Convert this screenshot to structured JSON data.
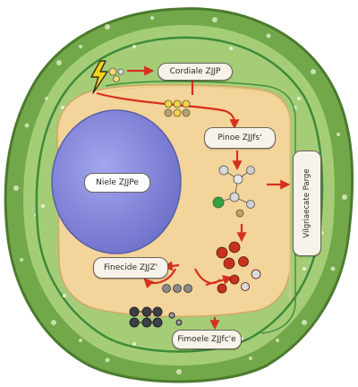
{
  "labels": {
    "top": "Cordiale ZJJP",
    "middle_right": "Pinoe ZJJfs'",
    "nucleus": "Niele ZJJPe",
    "vertical": "Vilgriaecate Parge",
    "bottom_left": "Finecide ZJJZ'",
    "bottom": "Fimoele ZJJfc'e"
  },
  "icons": [
    "lightning-bolt-icon",
    "molecule-cluster-icon"
  ],
  "colors": {
    "cell_wall": "#72a84a",
    "cytoplasm": "#f3d49a",
    "nucleus": "#8888d8",
    "arrow": "#d6301e",
    "membrane": "#3f8a3a"
  }
}
